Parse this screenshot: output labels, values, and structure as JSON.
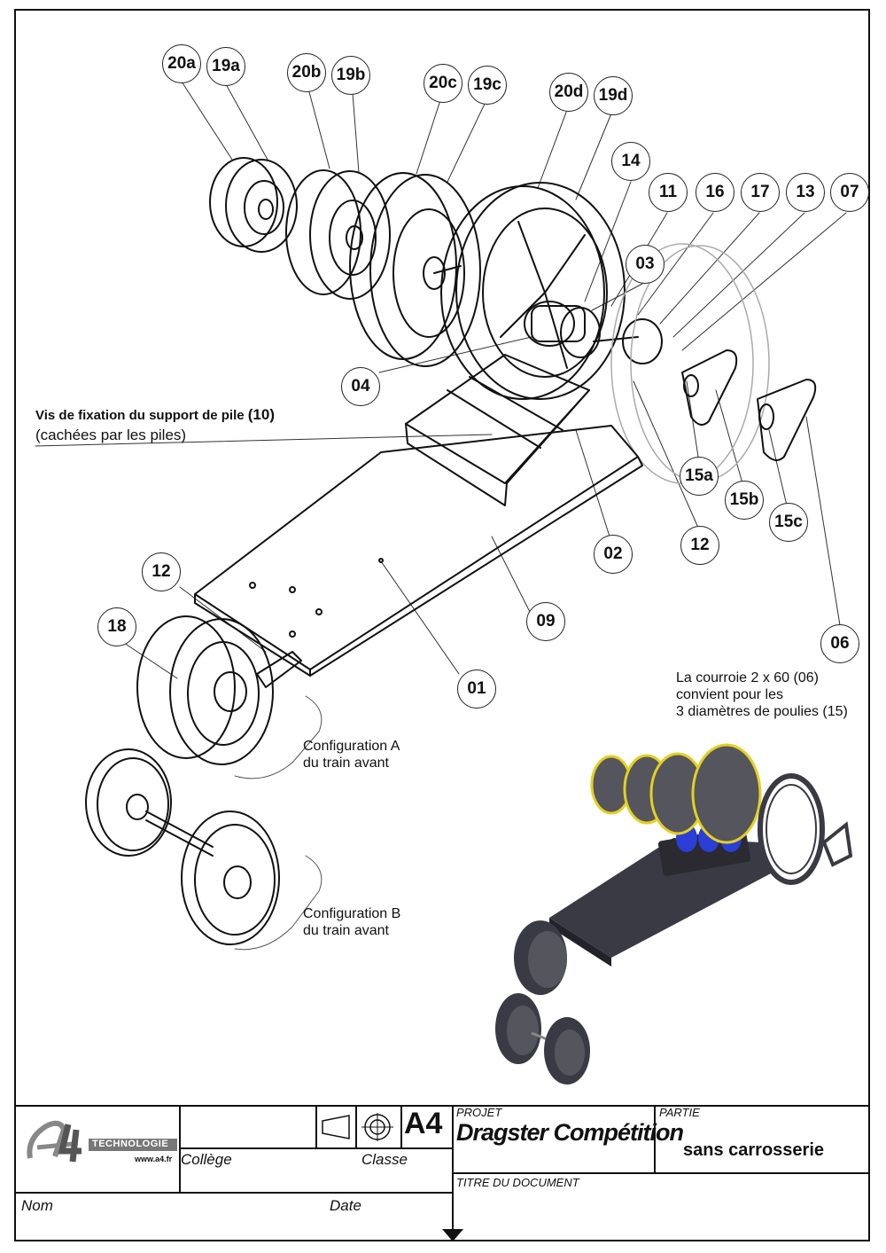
{
  "drawing": {
    "callouts": [
      {
        "id": "20a",
        "label": "20a"
      },
      {
        "id": "19a",
        "label": "19a"
      },
      {
        "id": "20b",
        "label": "20b"
      },
      {
        "id": "19b",
        "label": "19b"
      },
      {
        "id": "20c",
        "label": "20c"
      },
      {
        "id": "19c",
        "label": "19c"
      },
      {
        "id": "20d",
        "label": "20d"
      },
      {
        "id": "19d",
        "label": "19d"
      },
      {
        "id": "14",
        "label": "14"
      },
      {
        "id": "11",
        "label": "11"
      },
      {
        "id": "16",
        "label": "16"
      },
      {
        "id": "17",
        "label": "17"
      },
      {
        "id": "13",
        "label": "13"
      },
      {
        "id": "07",
        "label": "07"
      },
      {
        "id": "03",
        "label": "03"
      },
      {
        "id": "04",
        "label": "04"
      },
      {
        "id": "15a",
        "label": "15a"
      },
      {
        "id": "15b",
        "label": "15b"
      },
      {
        "id": "15c",
        "label": "15c"
      },
      {
        "id": "02",
        "label": "02"
      },
      {
        "id": "12b",
        "label": "12"
      },
      {
        "id": "12a",
        "label": "12"
      },
      {
        "id": "18",
        "label": "18"
      },
      {
        "id": "09",
        "label": "09"
      },
      {
        "id": "01",
        "label": "01"
      },
      {
        "id": "06",
        "label": "06"
      }
    ],
    "note_screws_bold": "Vis de fixation du support de pile",
    "note_screws_ref": "(10)",
    "note_screws_sub": "(cachées par les piles)",
    "note_belt_1": "La courroie 2 x 60 (06)",
    "note_belt_2": "convient pour les",
    "note_belt_3": "3 diamètres de poulies (15)",
    "config_a_1": "Configuration A",
    "config_a_2": "du train avant",
    "config_b_1": "Configuration B",
    "config_b_2": "du train avant"
  },
  "titleblock": {
    "logo_tech": "TECHNOLOGIE",
    "logo_url": "www.a4.fr",
    "logo_mark": "A4",
    "college_label": "Collège",
    "classe_label": "Classe",
    "format": "A4",
    "projet_label": "PROJET",
    "projet_value": "Dragster Compétition",
    "partie_label": "PARTIE",
    "partie_value": "sans carrosserie",
    "titre_label": "TITRE DU DOCUMENT",
    "nom_label": "Nom",
    "date_label": "Date"
  },
  "colors": {
    "line": "#111111",
    "battery": "#2b3fd6",
    "belt": "#e4d020",
    "render_body": "#3a3a44"
  }
}
